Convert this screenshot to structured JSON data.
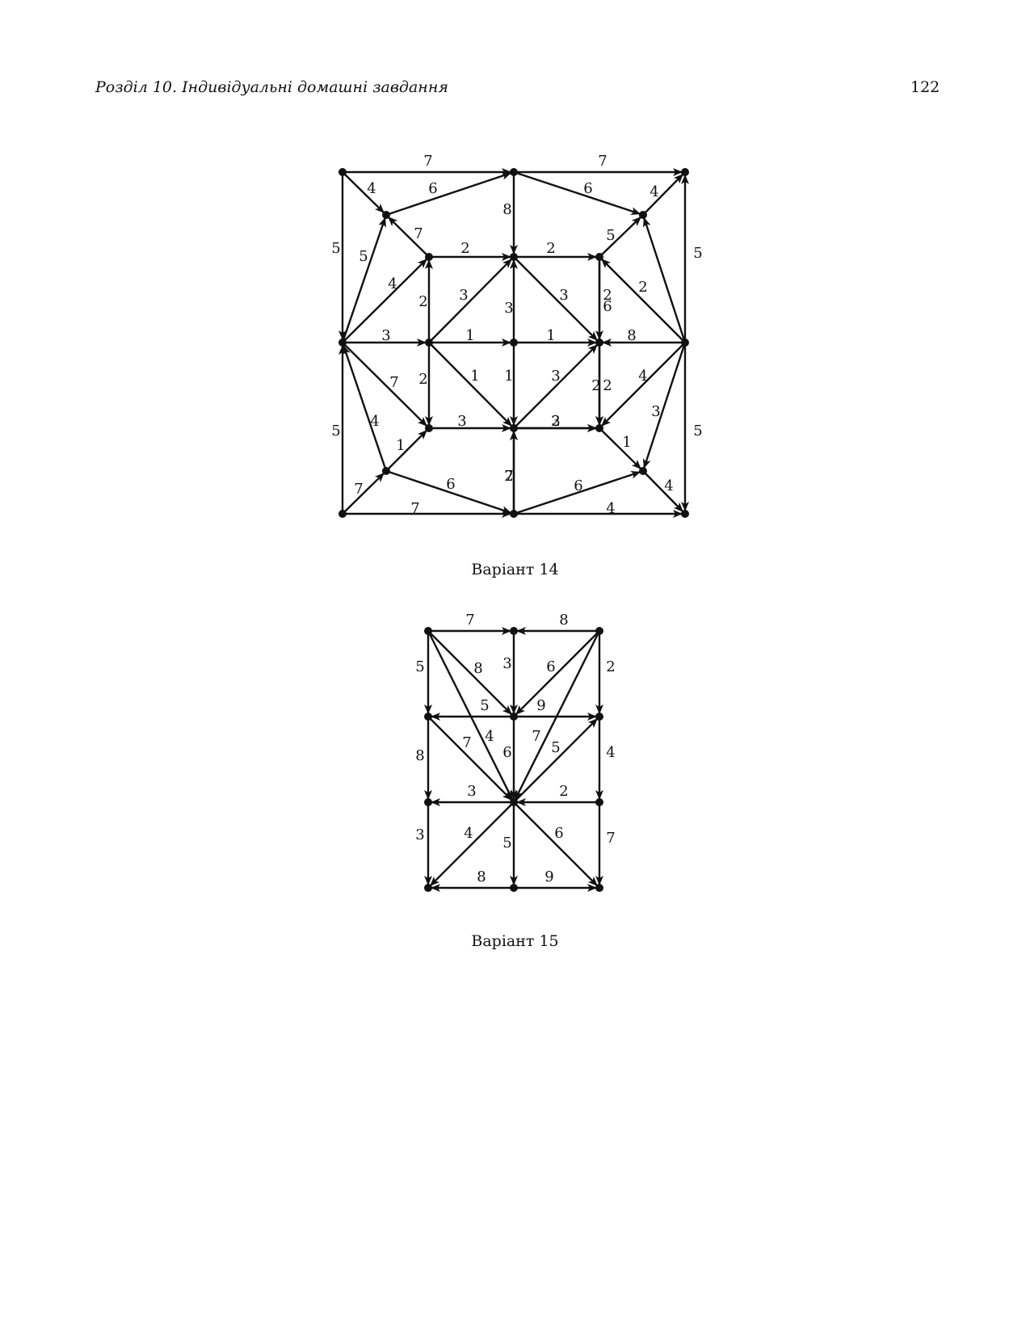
{
  "header": {
    "chapter": "Розділ 10.  Індивідуальні домашні завдання",
    "page_number": "122"
  },
  "figures": [
    {
      "caption": "Варіант 14",
      "edge_weights": [
        "7",
        "7",
        "4",
        "6",
        "8",
        "6",
        "4",
        "5",
        "5",
        "7",
        "2",
        "2",
        "5",
        "2",
        "5",
        "4",
        "6",
        "3",
        "1",
        "1",
        "2",
        "3",
        "3",
        "8",
        "2",
        "3",
        "1",
        "1",
        "3",
        "2",
        "7",
        "2",
        "3",
        "3",
        "2",
        "4",
        "5",
        "4",
        "1",
        "2",
        "2",
        "1",
        "3",
        "5",
        "4",
        "7",
        "6",
        "6",
        "7",
        "7",
        "4"
      ]
    },
    {
      "caption": "Варіант 15",
      "edge_weights": [
        "7",
        "8",
        "5",
        "8",
        "3",
        "6",
        "2",
        "5",
        "9",
        "8",
        "4",
        "7",
        "6",
        "7",
        "5",
        "4",
        "3",
        "2",
        "3",
        "4",
        "5",
        "6",
        "7",
        "8",
        "9"
      ]
    }
  ]
}
